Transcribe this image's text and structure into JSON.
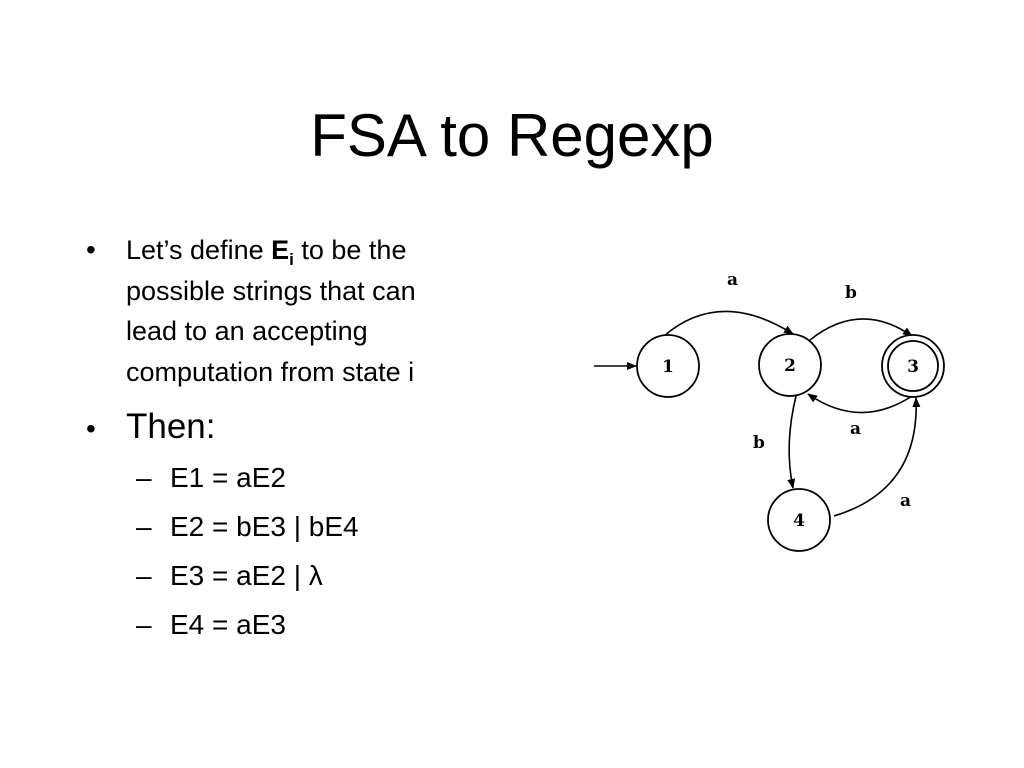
{
  "title": "FSA to Regexp",
  "bullet1": {
    "line1_before": "Let’s define ",
    "symbol": "E",
    "symbol_sub": "i",
    "line1_after": " to be the",
    "line2": "possible strings that can",
    "line3": "lead to an accepting",
    "line4": "computation from state i"
  },
  "bullet2": {
    "text": "Then:"
  },
  "equations": [
    "E1 = aE2",
    "E2 = bE3 | bE4",
    "E3 = aE2 | λ",
    "E4 = aE3"
  ],
  "bullet_marker": "•",
  "dash_marker": "–",
  "diagram": {
    "states": [
      "1",
      "2",
      "3",
      "4"
    ],
    "accepting_state": "3",
    "start_state": "1",
    "transitions": [
      {
        "from": "1",
        "to": "2",
        "label": "a"
      },
      {
        "from": "2",
        "to": "3",
        "label": "b"
      },
      {
        "from": "3",
        "to": "2",
        "label": "a"
      },
      {
        "from": "2",
        "to": "4",
        "label": "b"
      },
      {
        "from": "4",
        "to": "3",
        "label": "a"
      }
    ]
  }
}
